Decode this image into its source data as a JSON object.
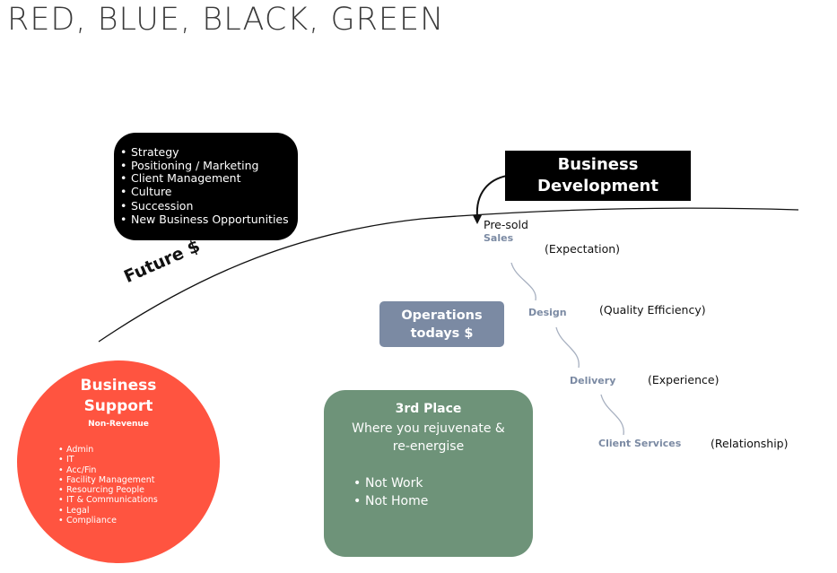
{
  "title": "RED, BLUE, BLACK, GREEN",
  "strategy_items": [
    "Strategy",
    "Positioning / Marketing",
    "Client Management",
    "Culture",
    "Succession",
    "New Business Opportunities"
  ],
  "business_development": {
    "line1": "Business",
    "line2": "Development"
  },
  "future_label": "Future $",
  "pre_sold": "Pre-sold",
  "steps": [
    {
      "label": "Sales",
      "note": "(Expectation)"
    },
    {
      "label": "Design",
      "note": "(Quality Efficiency)"
    },
    {
      "label": "Delivery",
      "note": "(Experience)"
    },
    {
      "label": "Client Services",
      "note": "(Relationship)"
    }
  ],
  "operations": {
    "line1": "Operations",
    "line2": "todays $"
  },
  "business_support": {
    "title1": "Business",
    "title2": "Support",
    "subtitle": "Non-Revenue",
    "items": [
      "Admin",
      "IT",
      "Acc/Fin",
      "Facility Management",
      "Resourcing People",
      "IT & Communications",
      "Legal",
      "Compliance"
    ]
  },
  "third_place": {
    "title": "3rd Place",
    "desc1": "Where you rejuvenate &",
    "desc2": "re-energise",
    "items": [
      "Not Work",
      "Not Home"
    ]
  },
  "colors": {
    "red": "#ff5440",
    "blue": "#7b8aa3",
    "black": "#000000",
    "green": "#6e9379"
  }
}
